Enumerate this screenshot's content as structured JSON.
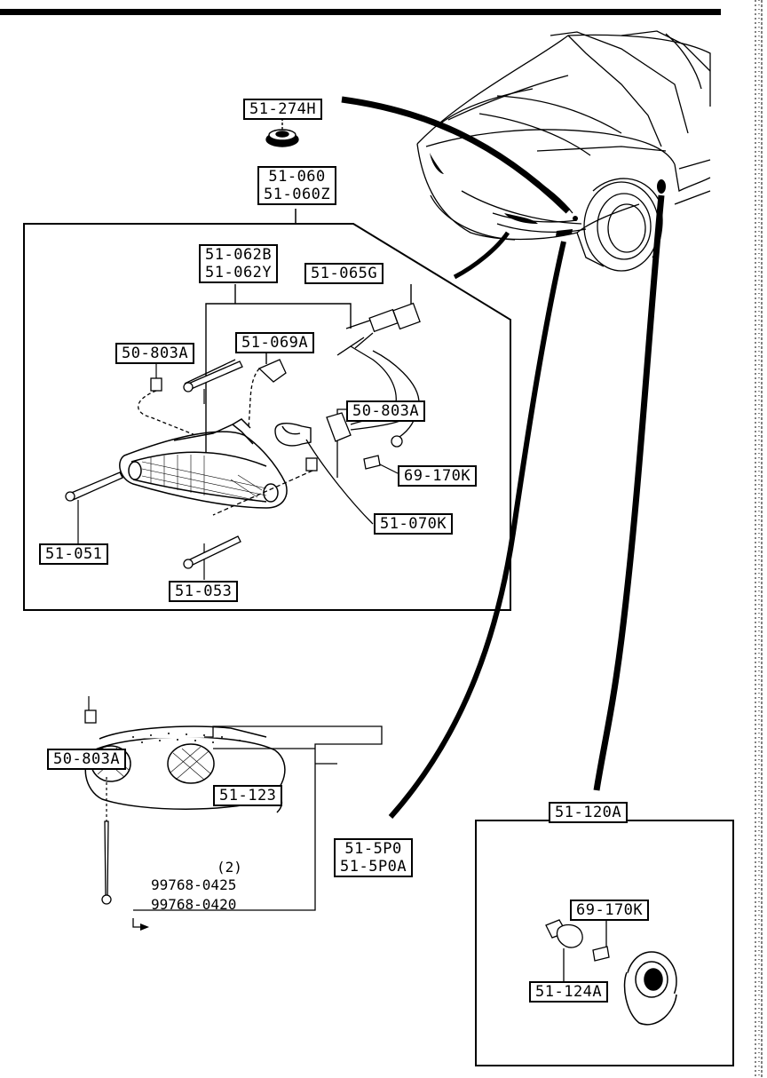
{
  "labels": {
    "p51_274H": "51-274H",
    "p51_060": "51-060",
    "p51_060Z": "51-060Z",
    "p51_062B": "51-062B",
    "p51_062Y": "51-062Y",
    "p51_065G": "51-065G",
    "p51_069A": "51-069A",
    "p50_803A_top": "50-803A",
    "p69_170K_top": "69-170K",
    "p51_070K": "51-070K",
    "p51_051": "51-051",
    "p50_803A_mid": "50-803A",
    "p51_053": "51-053",
    "p50_803A_low": "50-803A",
    "p51_123": "51-123",
    "p51_5P0": "51-5P0",
    "p51_5P0A": "51-5P0A",
    "p99768_0425": "99768-0425",
    "qty_2": "(2)",
    "p99768_0420": "99768-0420",
    "p51_120A": "51-120A",
    "p69_170K_box": "69-170K",
    "p51_124A": "51-124A"
  },
  "colors": {
    "ink": "#000000",
    "paper": "#ffffff"
  }
}
